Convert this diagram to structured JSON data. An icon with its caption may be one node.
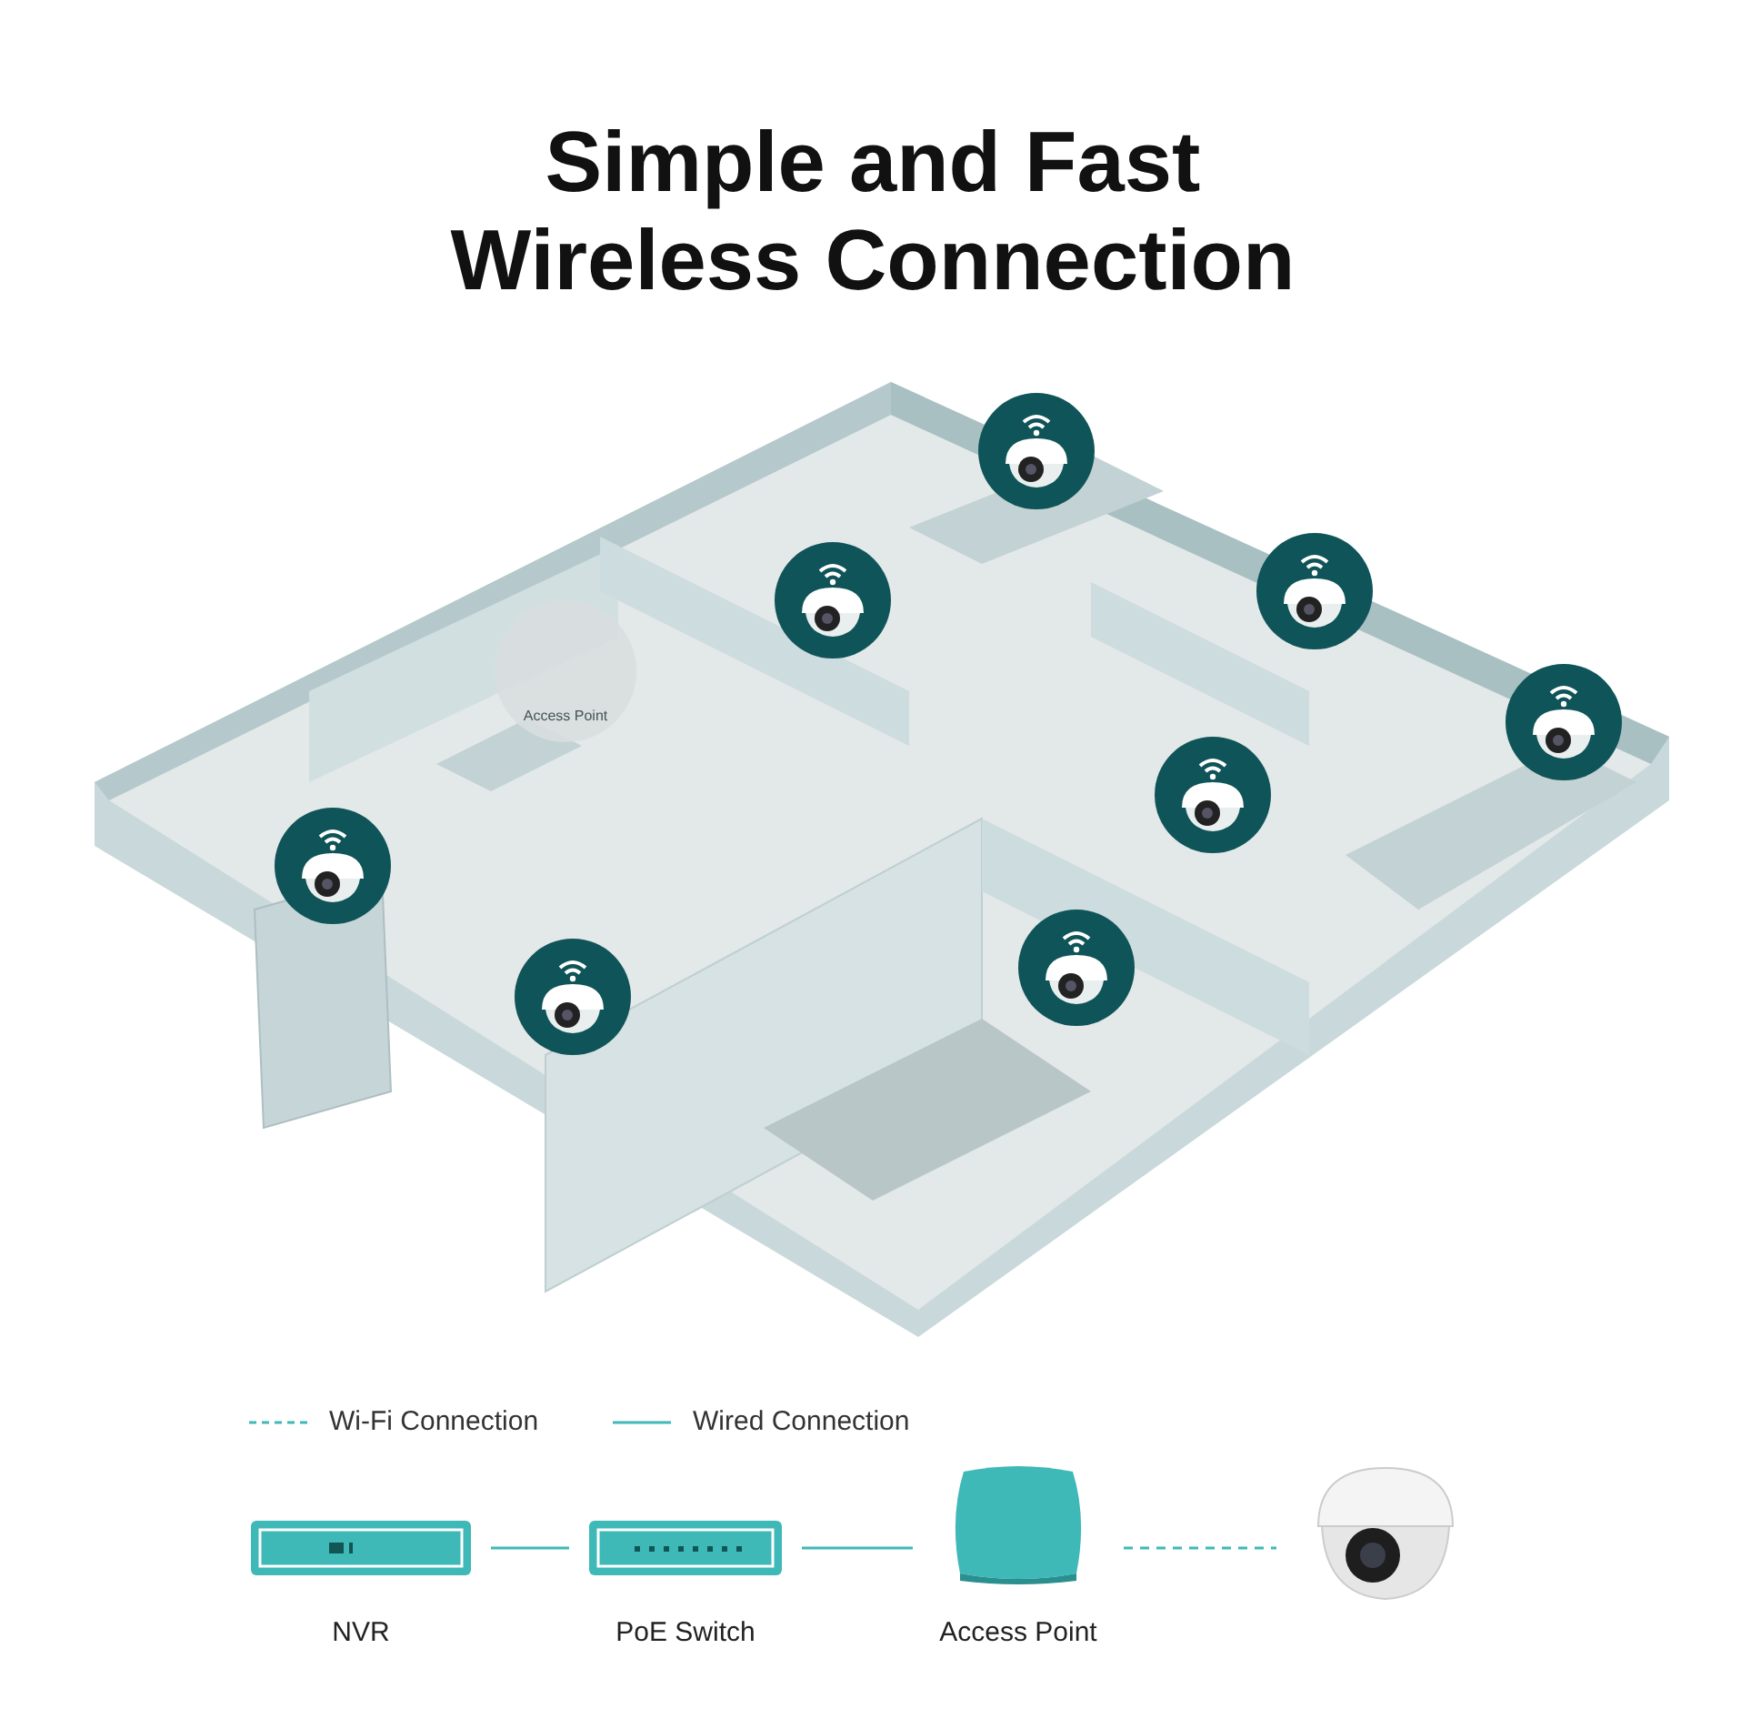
{
  "diagram": {
    "title": "Simple and Fast Wireless Connection",
    "nodes": [
      {
        "text": [
          "NVR"
        ]
      },
      {
        "text": [
          "PoE Switch"
        ]
      },
      {
        "text": [
          "Access Point"
        ]
      },
      {
        "text": [],
        "shape": "picture"
      }
    ],
    "edges": [
      {
        "from": 0,
        "to": 1,
        "arrow": "none"
      },
      {
        "from": 1,
        "to": 2,
        "arrow": "none"
      },
      {
        "from": 2,
        "to": 3,
        "arrow": "none",
        "style": "dashed"
      }
    ],
    "labels": [
      "Access Point"
    ],
    "legend": [
      {
        "text": "Wi-Fi Connection"
      },
      {
        "text": "Wired Connection"
      }
    ]
  }
}
